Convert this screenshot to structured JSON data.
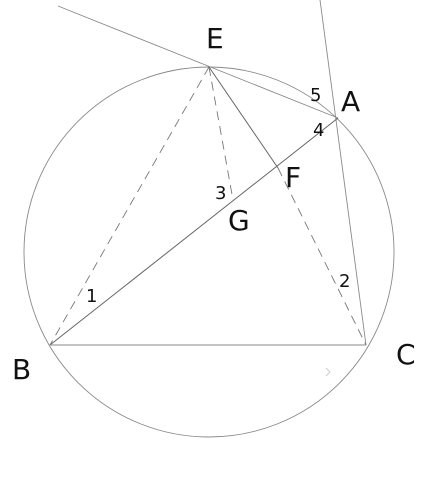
{
  "diagram": {
    "points": {
      "E": "E",
      "A": "A",
      "F": "F",
      "G": "G",
      "B": "B",
      "C": "C"
    },
    "angles": {
      "one": "1",
      "two": "2",
      "three": "3",
      "four": "4",
      "five": "5"
    }
  }
}
